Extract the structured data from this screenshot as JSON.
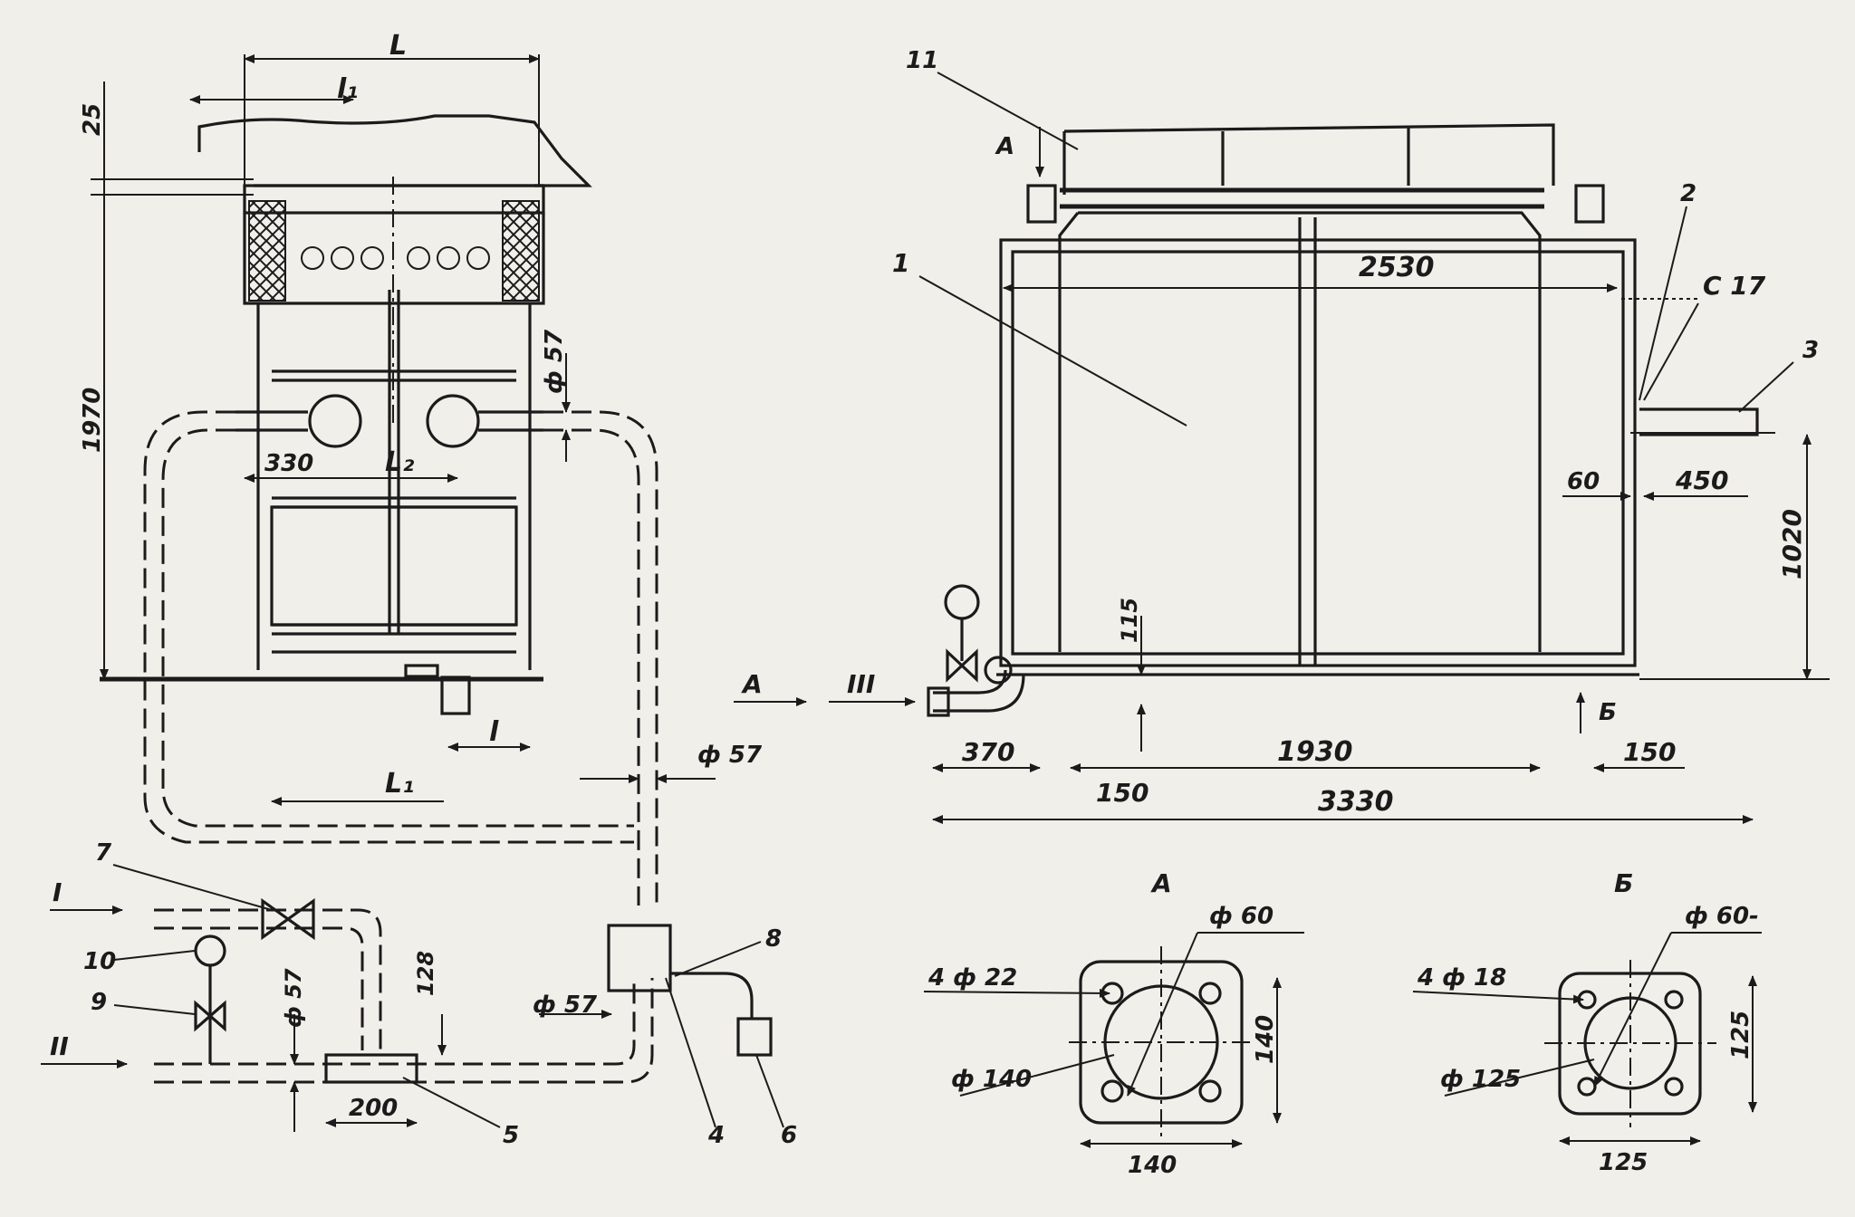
{
  "labels": {
    "L": "L",
    "l1": "l₁",
    "dim_25": "25",
    "dim_1970": "1970",
    "dim_57_top": "ф 57",
    "dim_330": "330",
    "L2": "L₂",
    "l": "l",
    "L1": "L₁",
    "dim_57_mid": "ф 57",
    "dim_57_left": "ф 57",
    "dim_128": "128",
    "dim_57_low": "ф 57",
    "dim_200": "200",
    "view_A_arrow": "A",
    "roman_III": "III",
    "roman_I": "I",
    "roman_II": "II",
    "n1": "1",
    "n2": "2",
    "n3": "3",
    "n4": "4",
    "n5": "5",
    "n6": "6",
    "n7": "7",
    "n8": "8",
    "n9": "9",
    "n10": "10",
    "n11": "11",
    "view_A_top": "A",
    "dim_2530": "2530",
    "c17": "С 17",
    "dim_60": "60",
    "dim_450": "450",
    "dim_1020": "1020",
    "dim_115": "115",
    "dim_370": "370",
    "dim_1930": "1930",
    "dim_150_r": "150",
    "dim_150_l": "150",
    "dim_3330": "3330",
    "view_B_arrow": "Б",
    "detail_A_title": "А",
    "detail_A_d60": "ф 60",
    "detail_A_holes": "4 ф 22",
    "detail_A_d140": "ф 140",
    "detail_A_h140": "140",
    "detail_A_w140": "140",
    "detail_B_title": "Б",
    "detail_B_d60": "ф 60-",
    "detail_B_holes": "4 ф 18",
    "detail_B_d125": "ф 125",
    "detail_B_h125": "125",
    "detail_B_w125": "125"
  },
  "colors": {
    "ink": "#1b1b1b",
    "paper": "#f1efe9"
  }
}
